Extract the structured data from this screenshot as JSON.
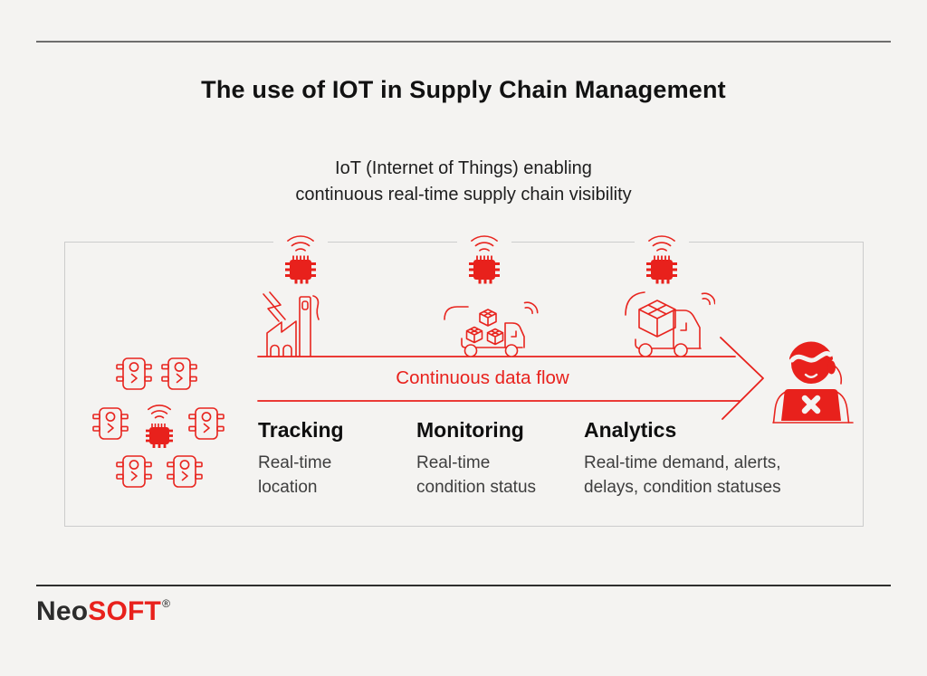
{
  "colors": {
    "accent_red": "#e8211c",
    "background": "#f4f3f1",
    "title_text": "#111111",
    "body_text": "#3e3e3e",
    "panel_border": "#cccccc"
  },
  "header": {
    "title": "The use of IOT in Supply Chain Management"
  },
  "intro": {
    "line1": "IoT (Internet of Things) enabling",
    "line2": "continuous real-time supply chain visibility"
  },
  "diagram": {
    "flow_label": "Continuous data flow",
    "sensor_cluster_icon": "iot-sensor-cluster-icon",
    "chip_signal_icon": "iot-chip-wifi-icon",
    "endpoint_icon": "analyst-laptop-icon",
    "stages": [
      {
        "icon": "factory-icon",
        "heading": "Tracking",
        "desc_line1": "Real-time",
        "desc_line2": "location"
      },
      {
        "icon": "truck-with-boxes-icon",
        "heading": "Monitoring",
        "desc_line1": "Real-time",
        "desc_line2": "condition status"
      },
      {
        "icon": "truck-with-big-box-icon",
        "heading": "Analytics",
        "desc_line1": "Real-time demand, alerts,",
        "desc_line2": "delays, condition statuses"
      }
    ]
  },
  "footer": {
    "logo_part1": "Neo",
    "logo_part2": "SOFT",
    "registered_mark": "®"
  }
}
